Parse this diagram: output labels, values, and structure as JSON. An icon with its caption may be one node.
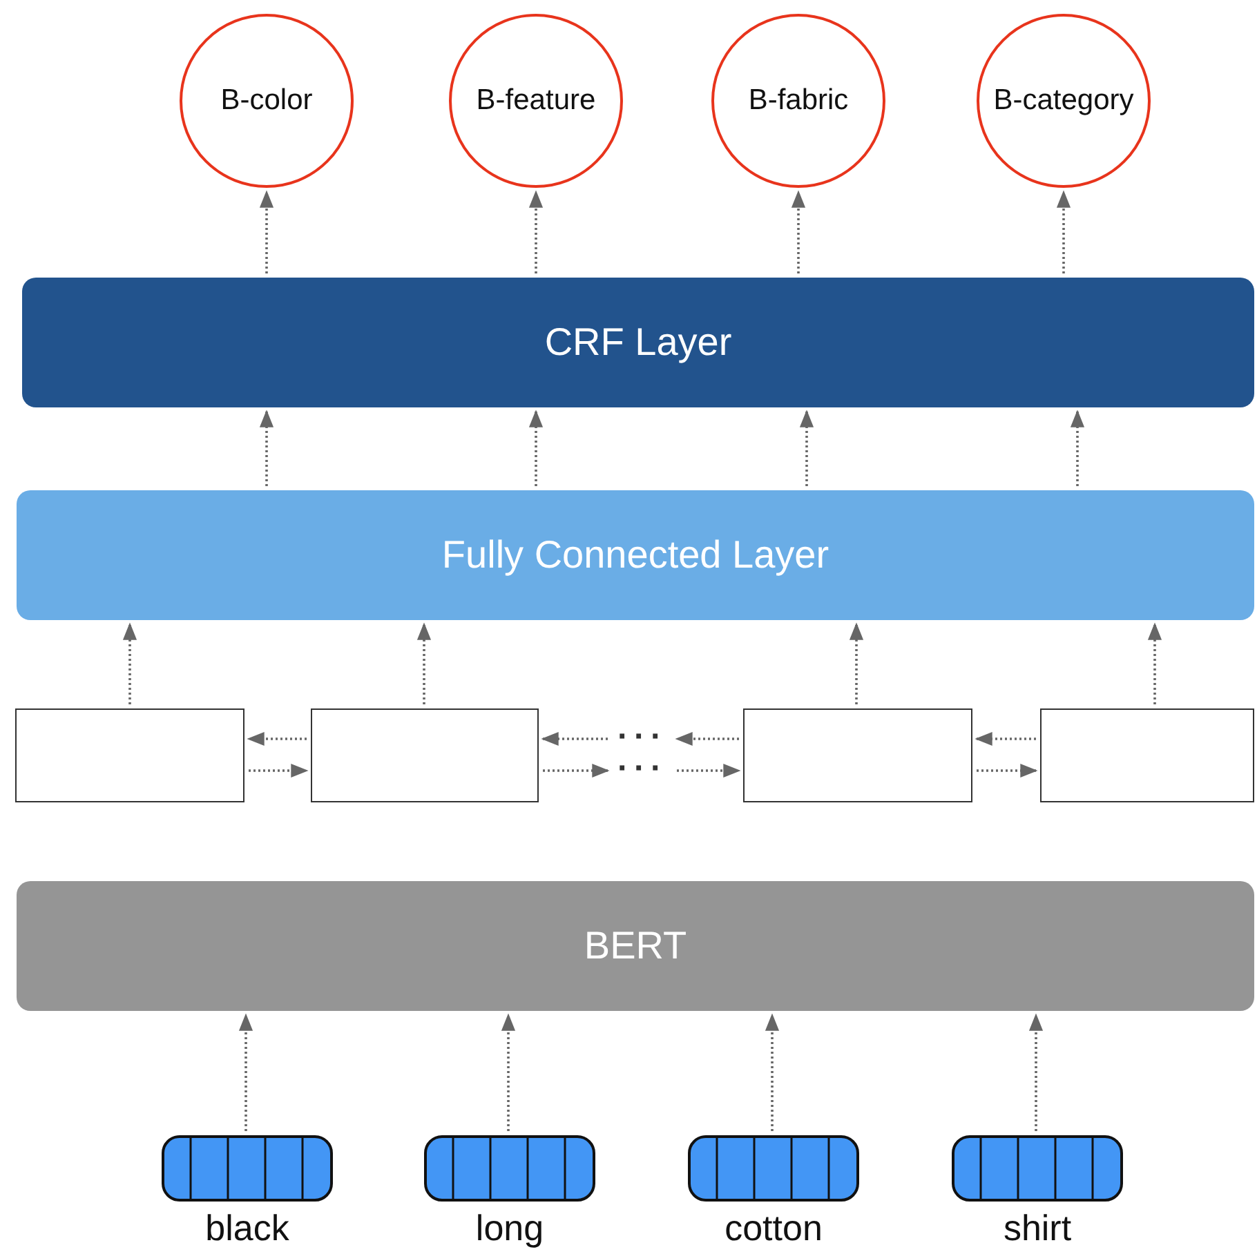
{
  "diagram": {
    "nodes": [
      {
        "text": [
          "B-color"
        ]
      },
      {
        "text": [
          "B-feature"
        ]
      },
      {
        "text": [
          "B-fabric"
        ]
      },
      {
        "text": [
          "B-category"
        ]
      },
      {
        "text": [
          "CRF Layer"
        ]
      },
      {
        "text": [
          "Fully Connected Layer"
        ]
      },
      {
        "text": [],
        "shape": "box"
      },
      {
        "text": [],
        "shape": "box"
      },
      {
        "text": [
          "···"
        ]
      },
      {
        "text": [
          "···"
        ]
      },
      {
        "text": [],
        "shape": "box"
      },
      {
        "text": [],
        "shape": "box"
      },
      {
        "text": [
          "BERT"
        ]
      },
      {
        "text": [
          "black"
        ]
      },
      {
        "text": [
          "long"
        ]
      },
      {
        "text": [
          "cotton"
        ]
      },
      {
        "text": [
          "shirt"
        ]
      }
    ],
    "edges": [
      {
        "from": 4,
        "to": 0,
        "arrow": "to"
      },
      {
        "from": 4,
        "to": 1,
        "arrow": "to"
      },
      {
        "from": 4,
        "to": 2,
        "arrow": "to"
      },
      {
        "from": 4,
        "to": 3,
        "arrow": "to"
      },
      {
        "from": 5,
        "to": 4,
        "arrow": "to"
      },
      {
        "from": 5,
        "to": 4,
        "arrow": "to"
      },
      {
        "from": 5,
        "to": 4,
        "arrow": "to"
      },
      {
        "from": 5,
        "to": 4,
        "arrow": "to"
      },
      {
        "from": 6,
        "to": 5,
        "arrow": "to"
      },
      {
        "from": 7,
        "to": 5,
        "arrow": "to"
      },
      {
        "from": 10,
        "to": 5,
        "arrow": "to"
      },
      {
        "from": 11,
        "to": 5,
        "arrow": "to"
      },
      {
        "from": 7,
        "to": 6,
        "arrow": "to"
      },
      {
        "from": 6,
        "to": 7,
        "arrow": "to"
      },
      {
        "from": 8,
        "to": 7,
        "arrow": "to"
      },
      {
        "from": 7,
        "to": 9,
        "arrow": "to"
      },
      {
        "from": 10,
        "to": 8,
        "arrow": "to"
      },
      {
        "from": 9,
        "to": 10,
        "arrow": "to"
      },
      {
        "from": 11,
        "to": 10,
        "arrow": "to"
      },
      {
        "from": 10,
        "to": 11,
        "arrow": "to"
      },
      {
        "from": 13,
        "to": 12,
        "arrow": "to"
      },
      {
        "from": 14,
        "to": 12,
        "arrow": "to"
      },
      {
        "from": 15,
        "to": 12,
        "arrow": "to"
      },
      {
        "from": 16,
        "to": 12,
        "arrow": "to"
      }
    ]
  }
}
